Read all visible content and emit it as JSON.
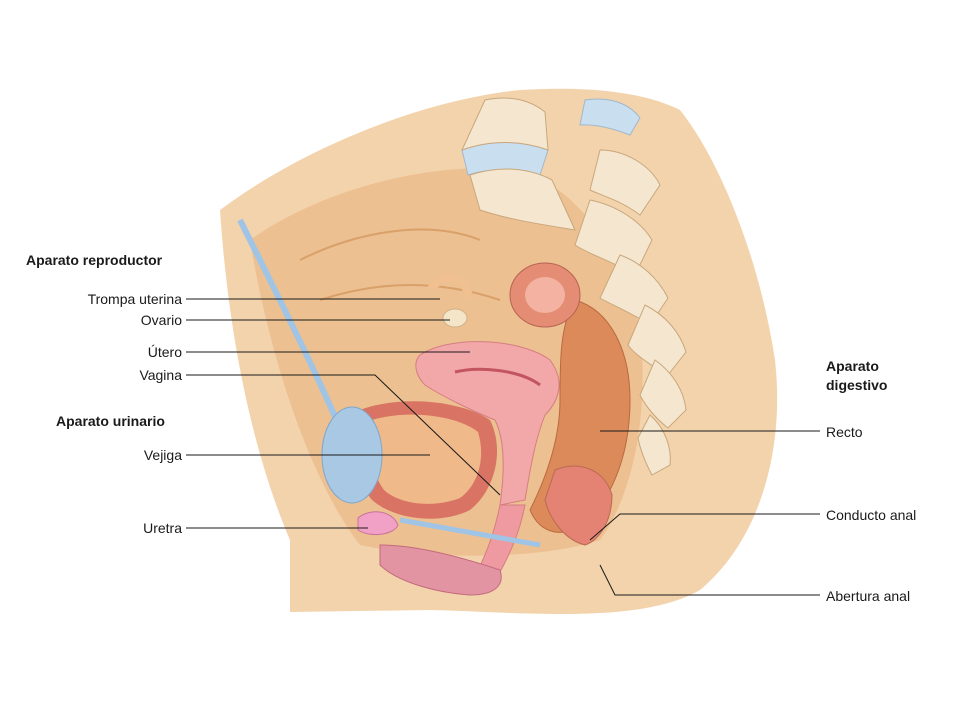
{
  "groups": {
    "reproductive": "Aparato reproductor",
    "urinary": "Aparato urinario",
    "digestive_line1": "Aparato",
    "digestive_line2": "digestivo"
  },
  "labels": {
    "fallopian_tube": "Trompa uterina",
    "ovary": "Ovario",
    "uterus": "Útero",
    "vagina": "Vagina",
    "bladder": "Vejiga",
    "urethra": "Uretra",
    "rectum": "Recto",
    "anal_canal": "Conducto anal",
    "anal_opening": "Abertura anal"
  },
  "colors": {
    "skin": "#f3d3ac",
    "tissue": "#eab987",
    "uterus": "#f2a7a9",
    "bladder_fill": "#e98a78",
    "bone": "#f4e6cf",
    "disc": "#c9dff0",
    "ureter": "#9fc4e6"
  }
}
